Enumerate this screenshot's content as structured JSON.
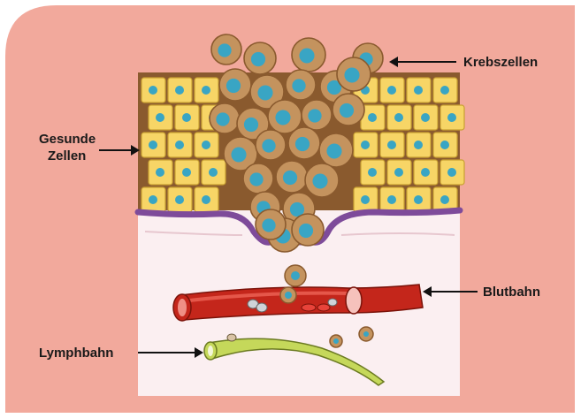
{
  "labels": {
    "cancer_cells": "Krebszellen",
    "healthy_cells_line1": "Gesunde",
    "healthy_cells_line2": "Zellen",
    "bloodstream": "Blutbahn",
    "lymph_vessel": "Lymphbahn"
  },
  "colors": {
    "background_panel": "#f2a99c",
    "illustration_bg": "#fbeff1",
    "healthy_cell_fill": "#f7d566",
    "healthy_cell_edge": "#c9a032",
    "nucleus": "#39a5c4",
    "cancer_cell_fill": "#c4935e",
    "cancer_cell_edge": "#8a5a2e",
    "membrane": "#7e4b9a",
    "blood_vessel": "#c4261b",
    "lymph_vessel": "#c5d85a",
    "arrow": "#111111"
  }
}
